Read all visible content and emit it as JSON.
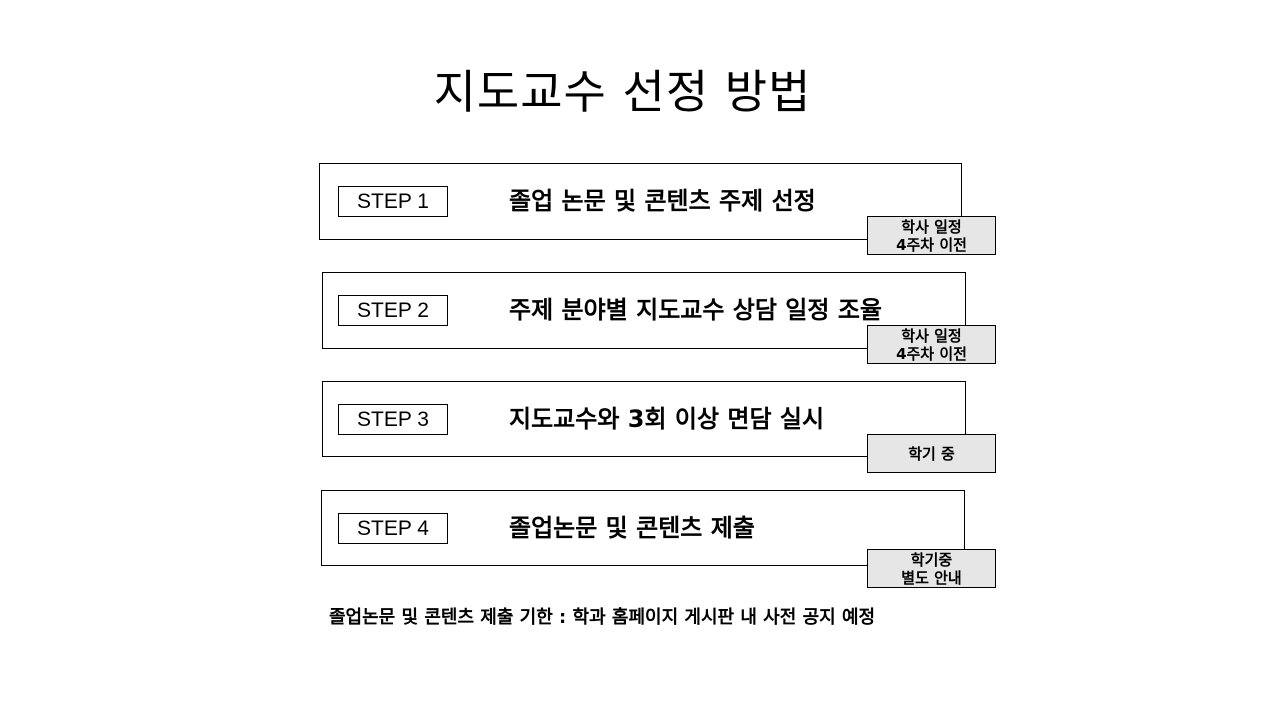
{
  "title": "지도교수 선정 방법",
  "steps": [
    {
      "label": "STEP 1",
      "text": "졸업 논문 및 콘텐츠 주제 선정",
      "tag_line1": "학사 일정",
      "tag_line2": "4주차 이전"
    },
    {
      "label": "STEP 2",
      "text": "주제 분야별 지도교수 상담 일정 조율",
      "tag_line1": "학사 일정",
      "tag_line2": "4주차 이전"
    },
    {
      "label": "STEP 3",
      "text": "지도교수와 3회 이상 면담 실시",
      "tag_line1": "학기 중",
      "tag_line2": ""
    },
    {
      "label": "STEP 4",
      "text": "졸업논문 및 콘텐츠 제출",
      "tag_line1": "학기중",
      "tag_line2": "별도 안내"
    }
  ],
  "note": "졸업논문 및 콘텐츠 제출 기한 : 학과 홈페이지 게시판 내 사전 공지 예정"
}
